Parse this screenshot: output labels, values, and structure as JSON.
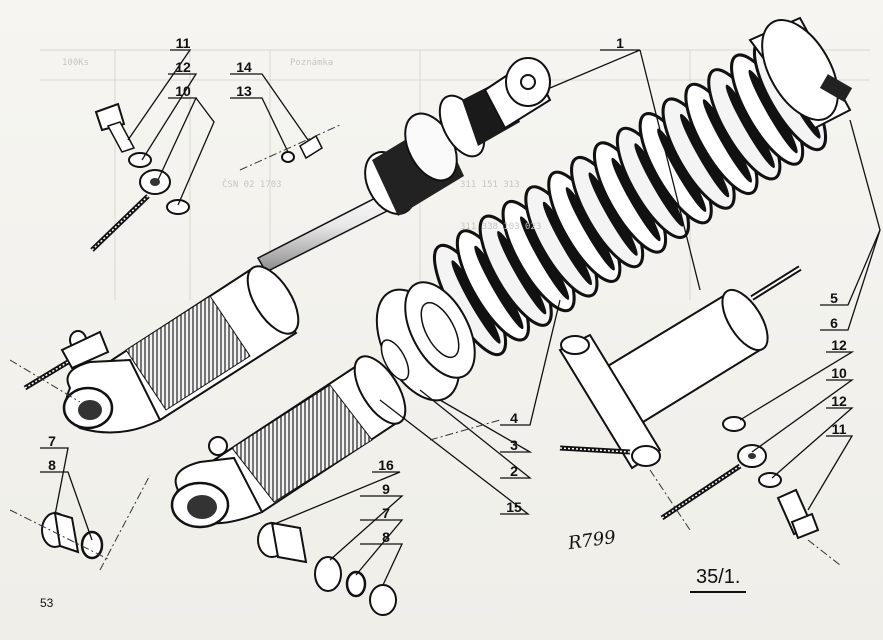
{
  "labels": {
    "l1": "1",
    "l2": "2",
    "l3": "3",
    "l4": "4",
    "l5": "5",
    "l6": "6",
    "l7a": "7",
    "l8a": "8",
    "l9": "9",
    "l10a": "10",
    "l10b": "10",
    "l11a": "11",
    "l11b": "11",
    "l12a": "12",
    "l12b": "12",
    "l12c": "12",
    "l13": "13",
    "l14": "14",
    "l15": "15",
    "l16": "16",
    "l7b": "7",
    "l8b": "8"
  },
  "page_number": "53",
  "figure_number": "35/1.",
  "signature": "R799",
  "ghost_text": {
    "h1": "100Ks",
    "h2": "Poznámka",
    "r1": "311 151 313",
    "r2": "311 338 103 023",
    "r3": "ČSN 02 1703"
  }
}
